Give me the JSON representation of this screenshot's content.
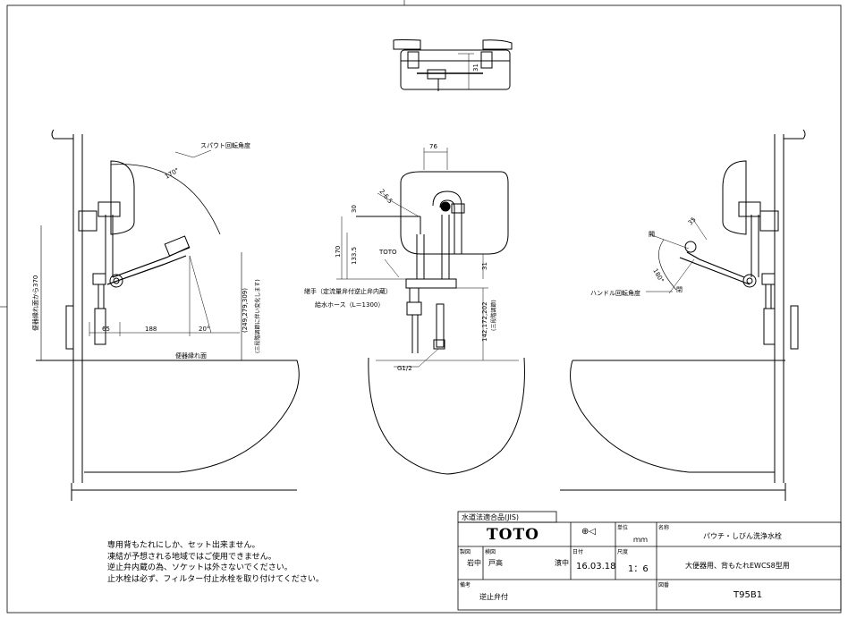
{
  "labels": {
    "spout_angle": "スパウト回転角度",
    "spout_angle_value": "170°",
    "dim_170": "170",
    "dim_133_5": "133.5",
    "dim_30": "30",
    "dim_76": "76",
    "dim_2_6_5": "2-6.5",
    "dim_31_top": "31",
    "dim_31_mid": "31",
    "dim_65": "65",
    "dim_188": "188",
    "dim_20deg": "20°",
    "dim_35": "35",
    "handle_angle_value": "180°",
    "rim_height": "便器縁れ面から370",
    "rim_height_range": "(249,279,309)",
    "rim_height_note": "(三段階調節に伴い変化します)",
    "rim_plane": "便器縁れ面",
    "height_range_mid": "142,172,202",
    "height_range_note": "(三段階調節)",
    "toto_part": "TOTO",
    "fitting_note": "継手（定流量弁付逆止弁内蔵）",
    "hose_note": "給水ホース（L＝1300）",
    "thread": "G1/2",
    "handle_angle": "ハンドル回転角度",
    "open_label": "開",
    "close_label": "閉"
  },
  "notes": [
    "専用背もたれにしか、セット出来ません。",
    "凍結が予想される地域ではご使用できません。",
    "逆止弁内蔵の為、ソケットは外さないでください。",
    "止水栓は必ず、フィルター付止水栓を取り付けてください。"
  ],
  "title_block": {
    "law": "水道法適合品(JIS)",
    "brand": "TOTO",
    "unit_label": "単位",
    "unit": "ｍｍ",
    "name_label": "名称",
    "name": "パウチ・しびん洗浄水栓",
    "drawn_label": "製図",
    "drawn_by": "岩中",
    "checked_label": "検図",
    "checked_by": "戸高",
    "approved_by": "濱中",
    "date_label": "日付",
    "date": "16.03.18",
    "scale_label": "尺度",
    "scale": "1：6",
    "usage": "大便器用、背もたれEWCS8型用",
    "remarks_label": "備考",
    "remarks": "逆止弁付",
    "drawing_no_label": "図番",
    "drawing_no": "T95B1"
  }
}
